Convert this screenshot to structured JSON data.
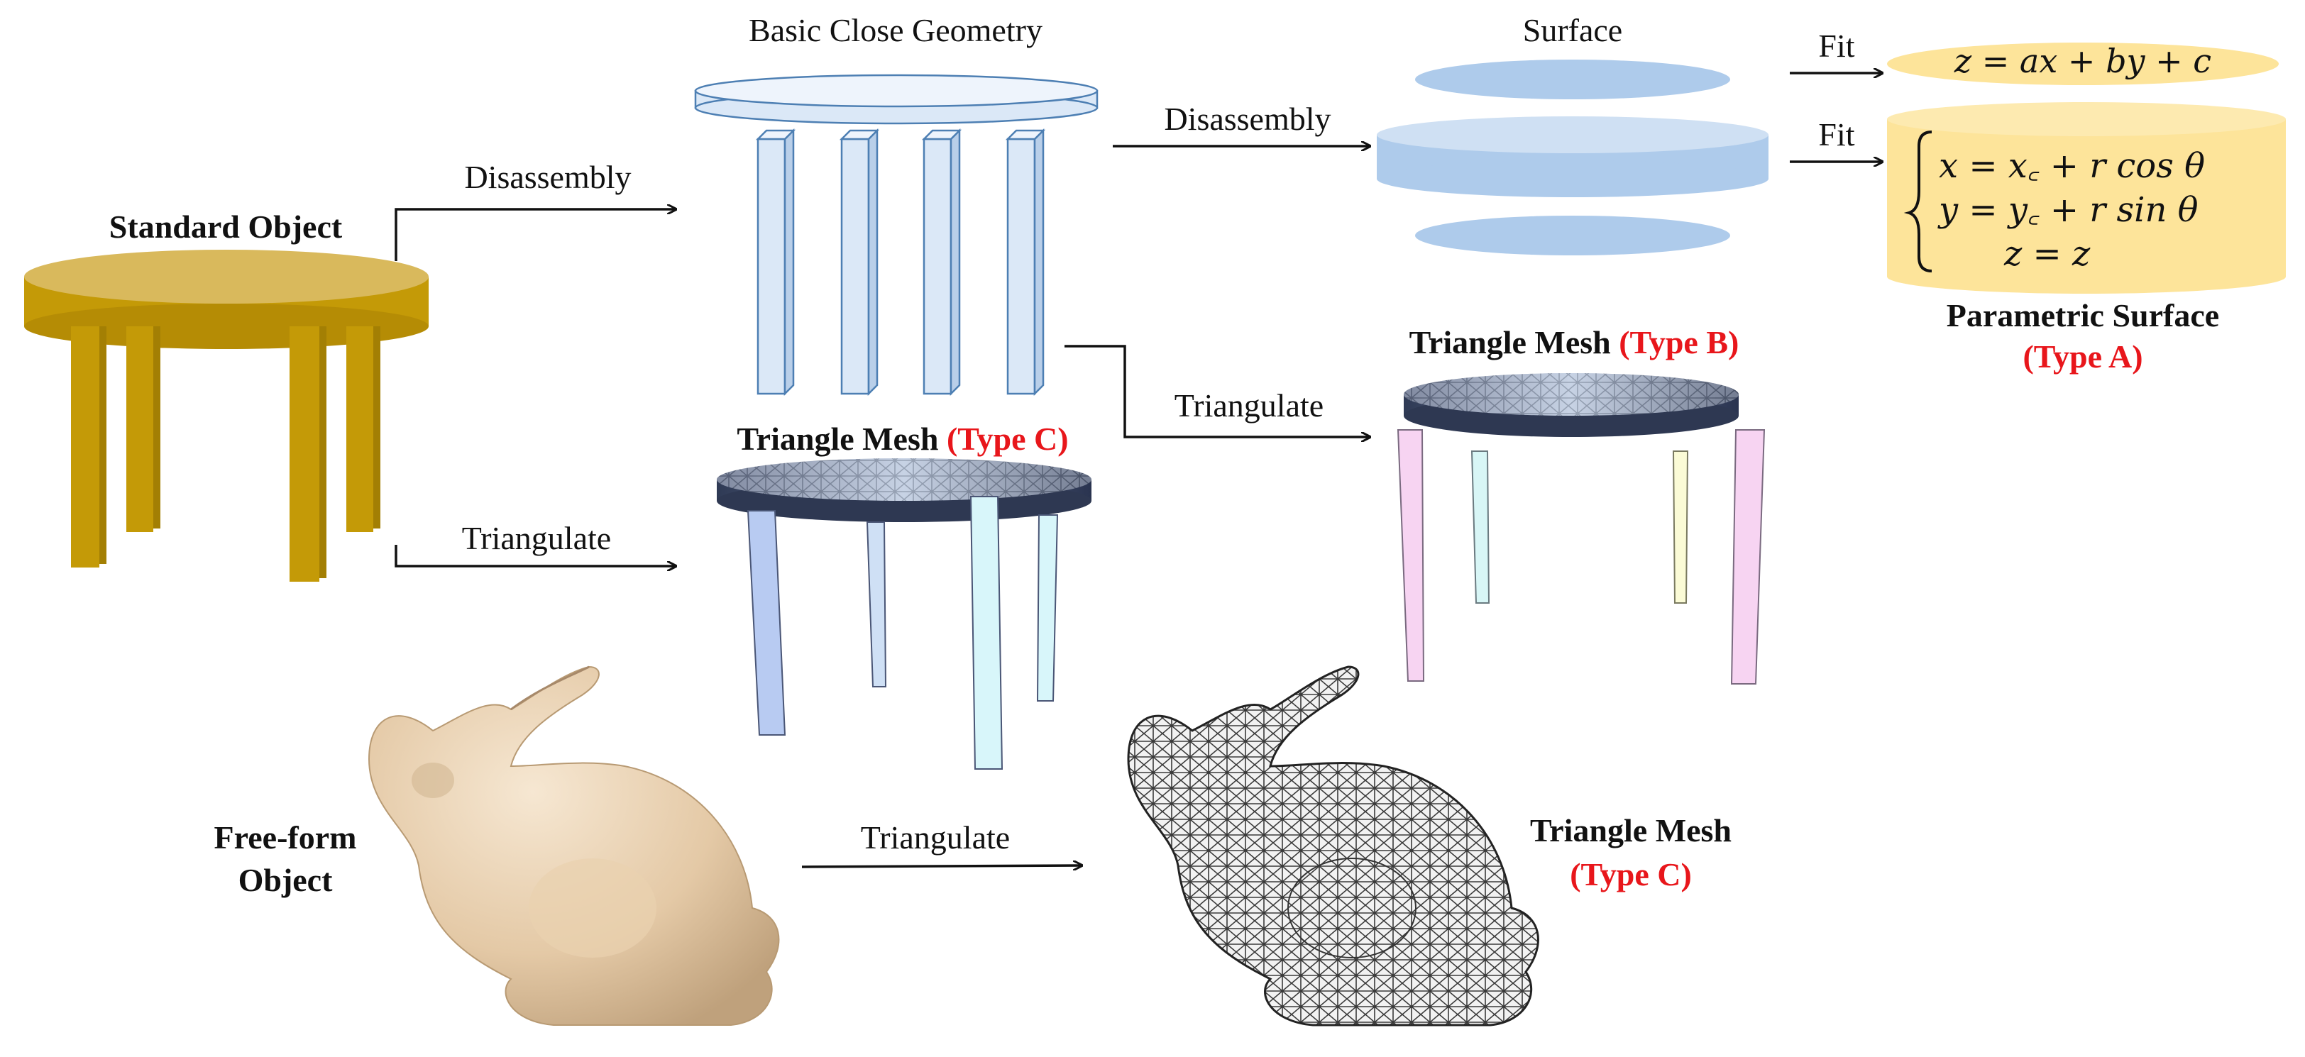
{
  "labels": {
    "standard_object": "Standard Object",
    "basic_close_geometry": "Basic Close Geometry",
    "surface": "Surface",
    "parametric_surface": "Parametric Surface",
    "type_a": "(Type A)",
    "triangle_mesh": "Triangle Mesh",
    "type_b": "(Type B)",
    "type_c": "(Type C)",
    "free_form_line1": "Free-form",
    "free_form_line2": "Object",
    "triangle_mesh_bottom": "Triangle Mesh",
    "type_c_bottom": "(Type C)"
  },
  "arrows": {
    "disassembly_1": "Disassembly",
    "disassembly_2": "Disassembly",
    "fit_1": "Fit",
    "fit_2": "Fit",
    "triangulate_1": "Triangulate",
    "triangulate_2": "Triangulate",
    "triangulate_3": "Triangulate"
  },
  "equations": {
    "plane": "z = ax + by + c",
    "cyl_x": "x = x꜀ + r cos θ",
    "cyl_y": "y = y꜀ + r sin θ",
    "cyl_z": "z = z"
  },
  "colors": {
    "table_gold": "#c49a07",
    "table_top": "#d9b95c",
    "geometry_blue": "#dbe8f7",
    "geometry_stroke": "#4d7fb3",
    "surface_blue": "#aecbeb",
    "param_yellow": "#fde49a",
    "mesh_dark": "#3e4a66",
    "type_red": "#e8161b",
    "bunny_beige": "#ead3b4"
  }
}
